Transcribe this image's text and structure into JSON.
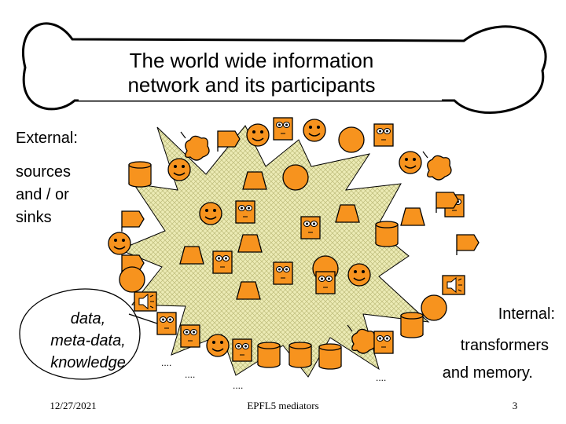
{
  "slide": {
    "title_line1": "The world wide information",
    "title_line2": "network and its participants",
    "external_label": "External:",
    "sources_line1": "sources",
    "sources_line2": "and / or",
    "sources_line3": "sinks",
    "bubble_line1": "data,",
    "bubble_line2": "meta-data,",
    "bubble_line3": "knowledge",
    "internal_label": "Internal:",
    "transformers_line1": "transformers",
    "transformers_line2": "and   memory.",
    "ellipsis": "....",
    "footer_date": "12/27/2021",
    "footer_center": "EPFL5 mediators",
    "footer_page": "3"
  },
  "colors": {
    "participant_fill": "#f7931e",
    "burst_fill": "#ecebb5",
    "outline": "#000000"
  }
}
